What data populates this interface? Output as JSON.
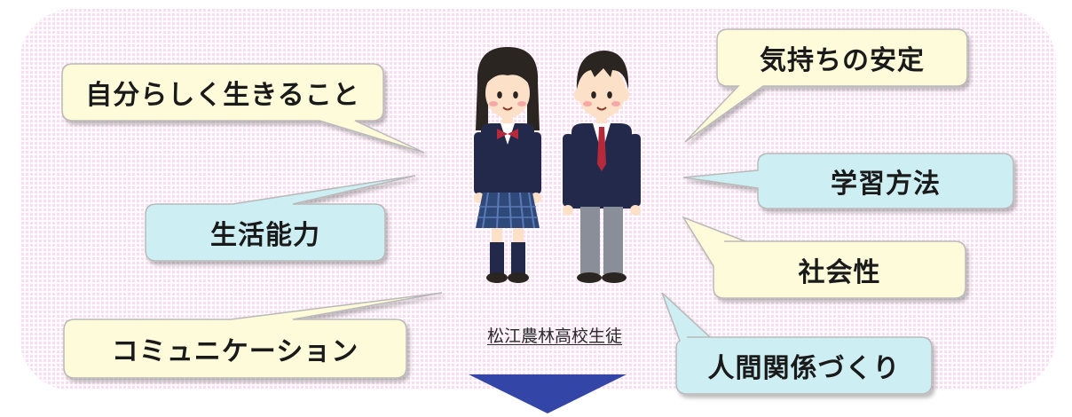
{
  "bubbles": {
    "jibun": "自分らしく生きること",
    "kimochi": "気持ちの安定",
    "gakushu": "学習方法",
    "seikatsu": "生活能力",
    "shakai": "社会性",
    "komyunike": "コミュニケーション",
    "ningen": "人間関係づくり"
  },
  "center": {
    "caption": "松江農林高校生徒"
  },
  "colors": {
    "cream_bubble": "#fdfbd9",
    "teal_bubble": "#cdeef2",
    "background_dots": "#f9ddf0",
    "arrow": "#3346a8"
  }
}
